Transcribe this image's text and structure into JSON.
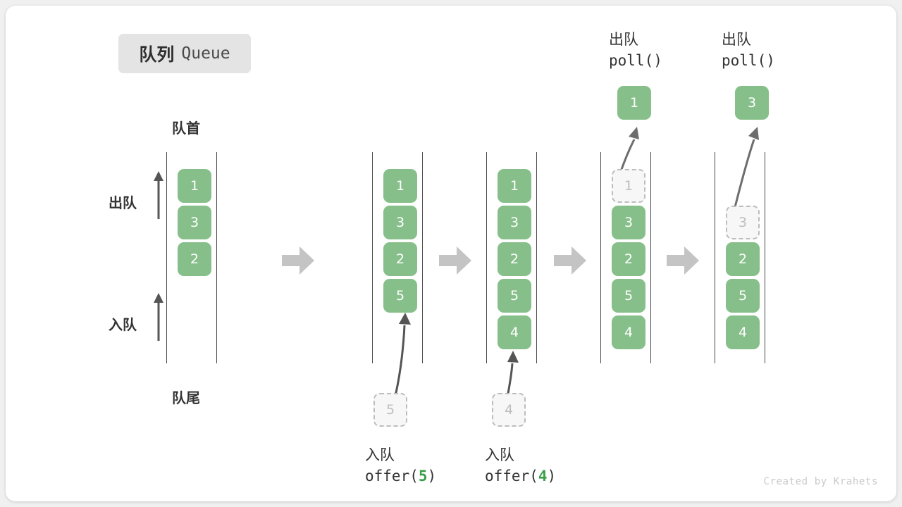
{
  "title": {
    "cn": "队列",
    "en": "Queue"
  },
  "labels": {
    "head": "队首",
    "tail": "队尾",
    "dequeue": "出队",
    "enqueue": "入队"
  },
  "colors": {
    "cell_fill": "#86bf89",
    "cell_text": "#ffffff",
    "ghost_fill": "#f7f7f7",
    "ghost_border": "#bdbdbd",
    "ghost_text": "#bdbdbd",
    "rail": "#4a4a4a",
    "step_arrow": "#c4c4c4",
    "badge_bg": "#e4e4e4",
    "accent_green": "#3a9e4a",
    "text": "#333333",
    "credit": "#c9c9c9"
  },
  "stages": [
    {
      "id": "initial",
      "cells": [
        "1",
        "3",
        "2"
      ],
      "ghost_index": null,
      "op_cn": "",
      "op_code": "",
      "op_arg": "",
      "out_value": "",
      "out_label_cn": "",
      "out_label_code": ""
    },
    {
      "id": "after-offer-5",
      "cells": [
        "1",
        "3",
        "2",
        "5"
      ],
      "ghost_index": null,
      "op_cn": "入队",
      "op_code_prefix": "offer(",
      "op_arg": "5",
      "op_code_suffix": ")",
      "pending_value": "5"
    },
    {
      "id": "after-offer-4",
      "cells": [
        "1",
        "3",
        "2",
        "5",
        "4"
      ],
      "ghost_index": null,
      "op_cn": "入队",
      "op_code_prefix": "offer(",
      "op_arg": "4",
      "op_code_suffix": ")",
      "pending_value": "4"
    },
    {
      "id": "poll-1",
      "cells": [
        "1",
        "3",
        "2",
        "5",
        "4"
      ],
      "ghost_index": 0,
      "out_label_cn": "出队",
      "out_label_code": "poll()",
      "out_value": "1"
    },
    {
      "id": "poll-3",
      "cells": [
        "",
        "3",
        "2",
        "5",
        "4"
      ],
      "ghost_index": 1,
      "out_label_cn": "出队",
      "out_label_code": "poll()",
      "out_value": "3"
    }
  ],
  "credit": "Created by Krahets"
}
